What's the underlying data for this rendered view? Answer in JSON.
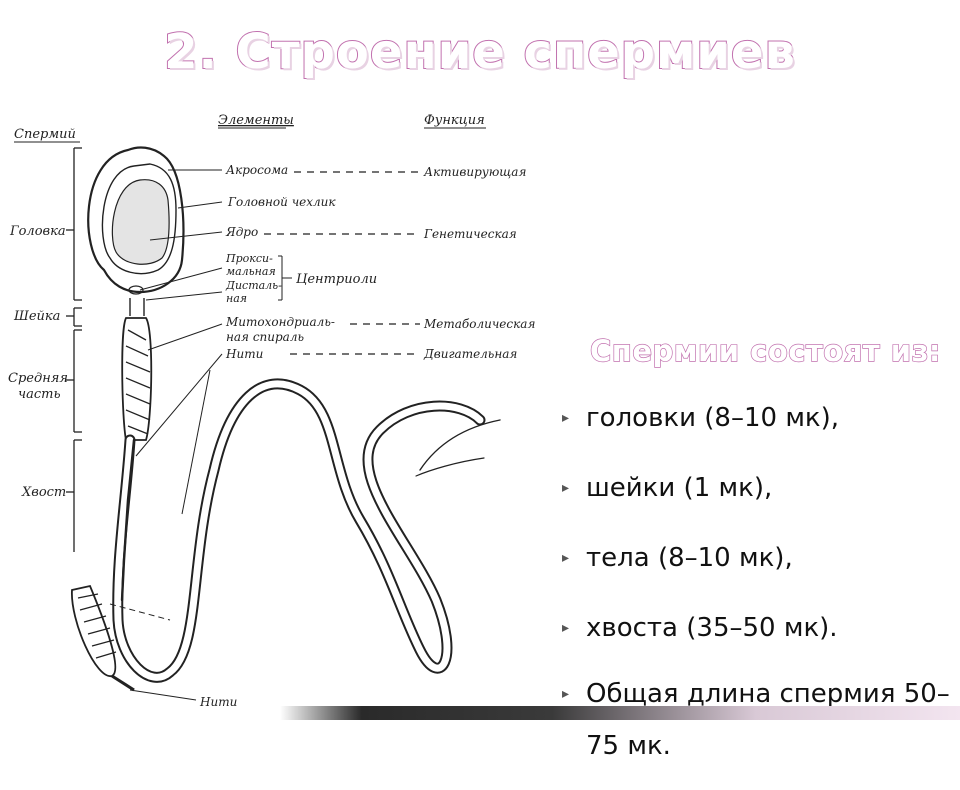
{
  "title": "2. Строение спермиев",
  "diagram": {
    "column_headers": {
      "elements": "Элементы",
      "function": "Функция"
    },
    "parts_header": "Спермий",
    "parts": [
      "Головка",
      "Шейка",
      "Средняя часть",
      "Хвост"
    ],
    "elements": {
      "acrosome": "Акросома",
      "head_cap": "Головной чехлик",
      "nucleus": "Ядро",
      "proximal_1": "Прокси-",
      "proximal_2": "мальная",
      "distal_1": "Дисталь-",
      "distal_2": "ная",
      "centrioles": "Центриоли",
      "mito_1": "Митохондриаль-",
      "mito_2": "ная спираль",
      "fibers": "Нити",
      "fibers_bottom": "Нити"
    },
    "functions": {
      "activating": "Активирующая",
      "genetic": "Генетическая",
      "metabolic": "Метаболическая",
      "motor": "Двигательная"
    }
  },
  "info": {
    "heading": "Спермии состоят из:",
    "items": [
      "головки (8–10 мк),",
      "шейки (1 мк),",
      "тела (8–10 мк),",
      "хвоста (35–50 мк).",
      "Общая длина спермия 50–75 мк."
    ]
  },
  "colors": {
    "title_outline": "#c170ae",
    "text": "#111111"
  }
}
